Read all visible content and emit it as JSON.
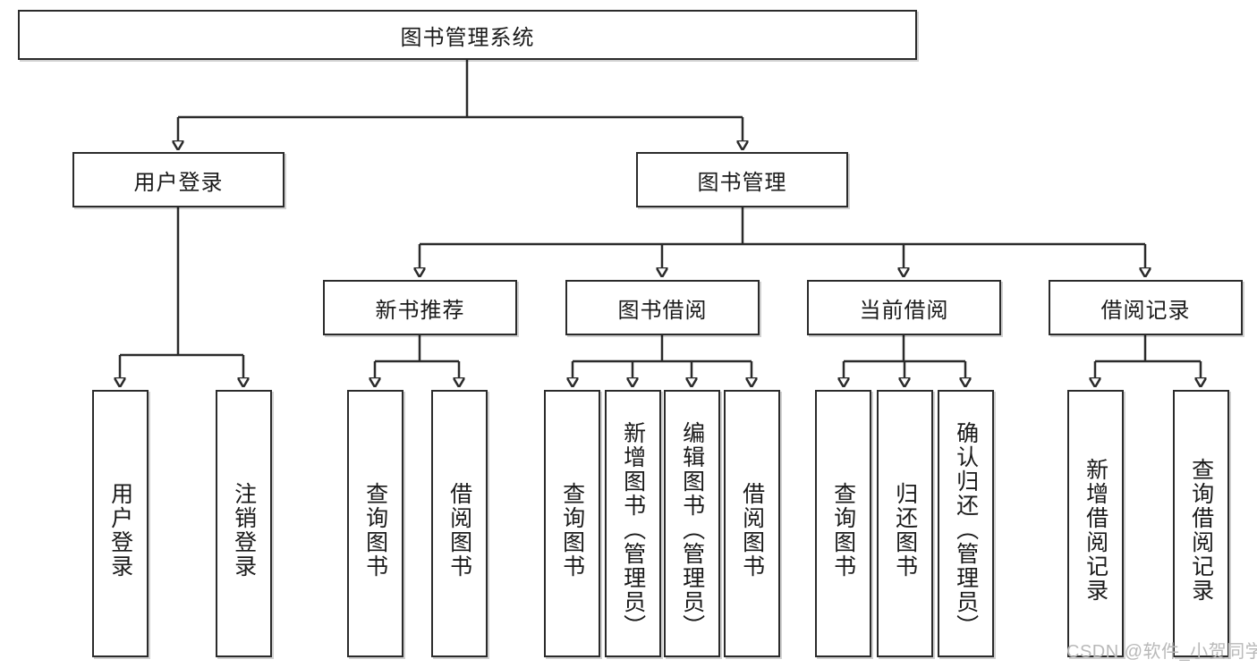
{
  "diagram": {
    "title_node": {
      "label": "图书管理系统"
    },
    "level2": [
      {
        "id": "user-login",
        "label": "用户登录"
      },
      {
        "id": "book-manage",
        "label": "图书管理"
      }
    ],
    "level3": [
      {
        "id": "new-book-recommend",
        "label": "新书推荐"
      },
      {
        "id": "book-borrow",
        "label": "图书借阅"
      },
      {
        "id": "current-borrow",
        "label": "当前借阅"
      },
      {
        "id": "borrow-record",
        "label": "借阅记录"
      }
    ],
    "leaves": {
      "user_login": [
        {
          "id": "leaf-user-login",
          "label": "用户登录"
        },
        {
          "id": "leaf-logout-login",
          "label": "注销登录"
        }
      ],
      "new_book_recommend": [
        {
          "id": "leaf-query-book-1",
          "label": "查询图书"
        },
        {
          "id": "leaf-borrow-book-1",
          "label": "借阅图书"
        }
      ],
      "book_borrow": [
        {
          "id": "leaf-query-book-2",
          "label": "查询图书"
        },
        {
          "id": "leaf-add-book",
          "label": "新增图书（管理员）"
        },
        {
          "id": "leaf-edit-book",
          "label": "编辑图书（管理员）"
        },
        {
          "id": "leaf-borrow-book-2",
          "label": "借阅图书"
        }
      ],
      "current_borrow": [
        {
          "id": "leaf-query-book-3",
          "label": "查询图书"
        },
        {
          "id": "leaf-return-book",
          "label": "归还图书"
        },
        {
          "id": "leaf-confirm-return",
          "label": "确认归还（管理员）"
        }
      ],
      "borrow_record": [
        {
          "id": "leaf-add-record",
          "label": "新增借阅记录"
        },
        {
          "id": "leaf-query-record",
          "label": "查询借阅记录"
        }
      ]
    }
  },
  "watermark": {
    "text": "CSDN @软件_小贺同学"
  },
  "colors": {
    "stroke": "#2b2b2b",
    "background": "#ffffff",
    "text": "#1a1a1a",
    "watermark": "#b9b9b9"
  }
}
